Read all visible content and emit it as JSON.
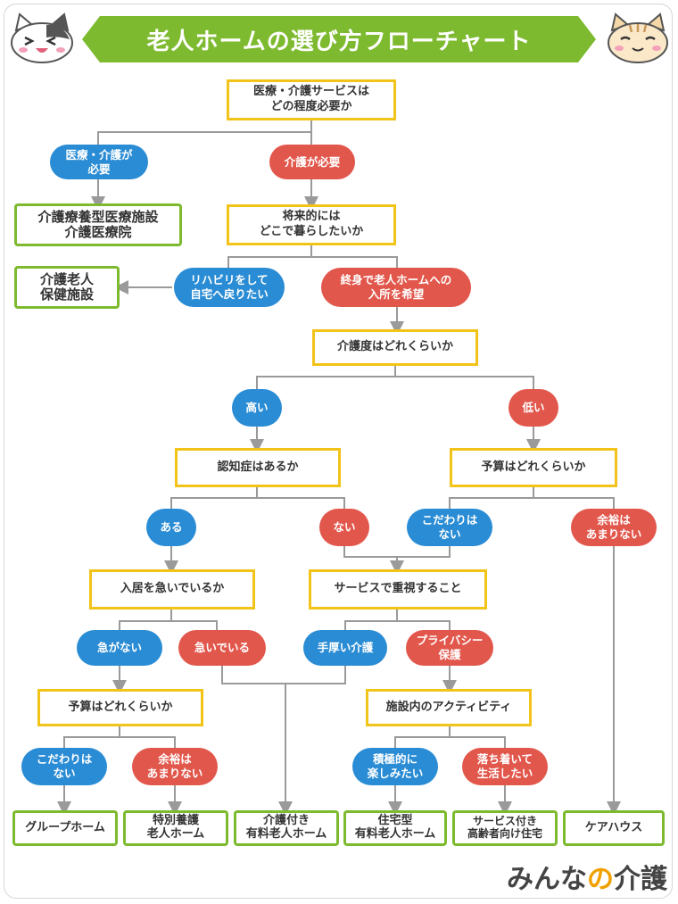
{
  "title": "老人ホームの選び方フローチャート",
  "questions": {
    "q1": "医療・介護サービスは\nどの程度必要か",
    "q2": "将来的には\nどこで暮らしたいか",
    "q3": "介護度はどれくらいか",
    "q4": "認知症はあるか",
    "q5": "予算はどれくらいか",
    "q6": "入居を急いでいるか",
    "q7": "サービスで重視すること",
    "q8": "予算はどれくらいか",
    "q9": "施設内のアクティビティ"
  },
  "answers": {
    "a1": "医療・介護が\n必要",
    "a2": "介護が必要",
    "a3": "リハビリをして\n自宅へ戻りたい",
    "a4": "終身で老人ホームへの\n入所を希望",
    "a5": "高い",
    "a6": "低い",
    "a7": "ある",
    "a8": "ない",
    "a9": "こだわりは\nない",
    "a10": "余裕は\nあまりない",
    "a11": "急がない",
    "a12": "急いでいる",
    "a13": "手厚い介護",
    "a14": "プライバシー\n保護",
    "a15": "こだわりは\nない",
    "a16": "余裕は\nあまりない",
    "a17": "積極的に\n楽しみたい",
    "a18": "落ち着いて\n生活したい"
  },
  "results": {
    "r1": "介護療養型医療施設\n介護医療院",
    "r2": "介護老人\n保健施設",
    "r3": "グループホーム",
    "r4": "特別養護\n老人ホーム",
    "r5": "介護付き\n有料老人ホーム",
    "r6": "住宅型\n有料老人ホーム",
    "r7": "サービス付き\n高齢者向け住宅",
    "r8": "ケアハウス"
  },
  "logo": {
    "part1": "みんな",
    "part2": "の",
    "part3": "介護"
  },
  "colors": {
    "title_green": "#7dba2f",
    "question_border": "#f2c318",
    "answer_blue": "#2a8cd4",
    "answer_red": "#e2574c",
    "result_border": "#7dba2f",
    "connector": "#9a9a9a"
  }
}
